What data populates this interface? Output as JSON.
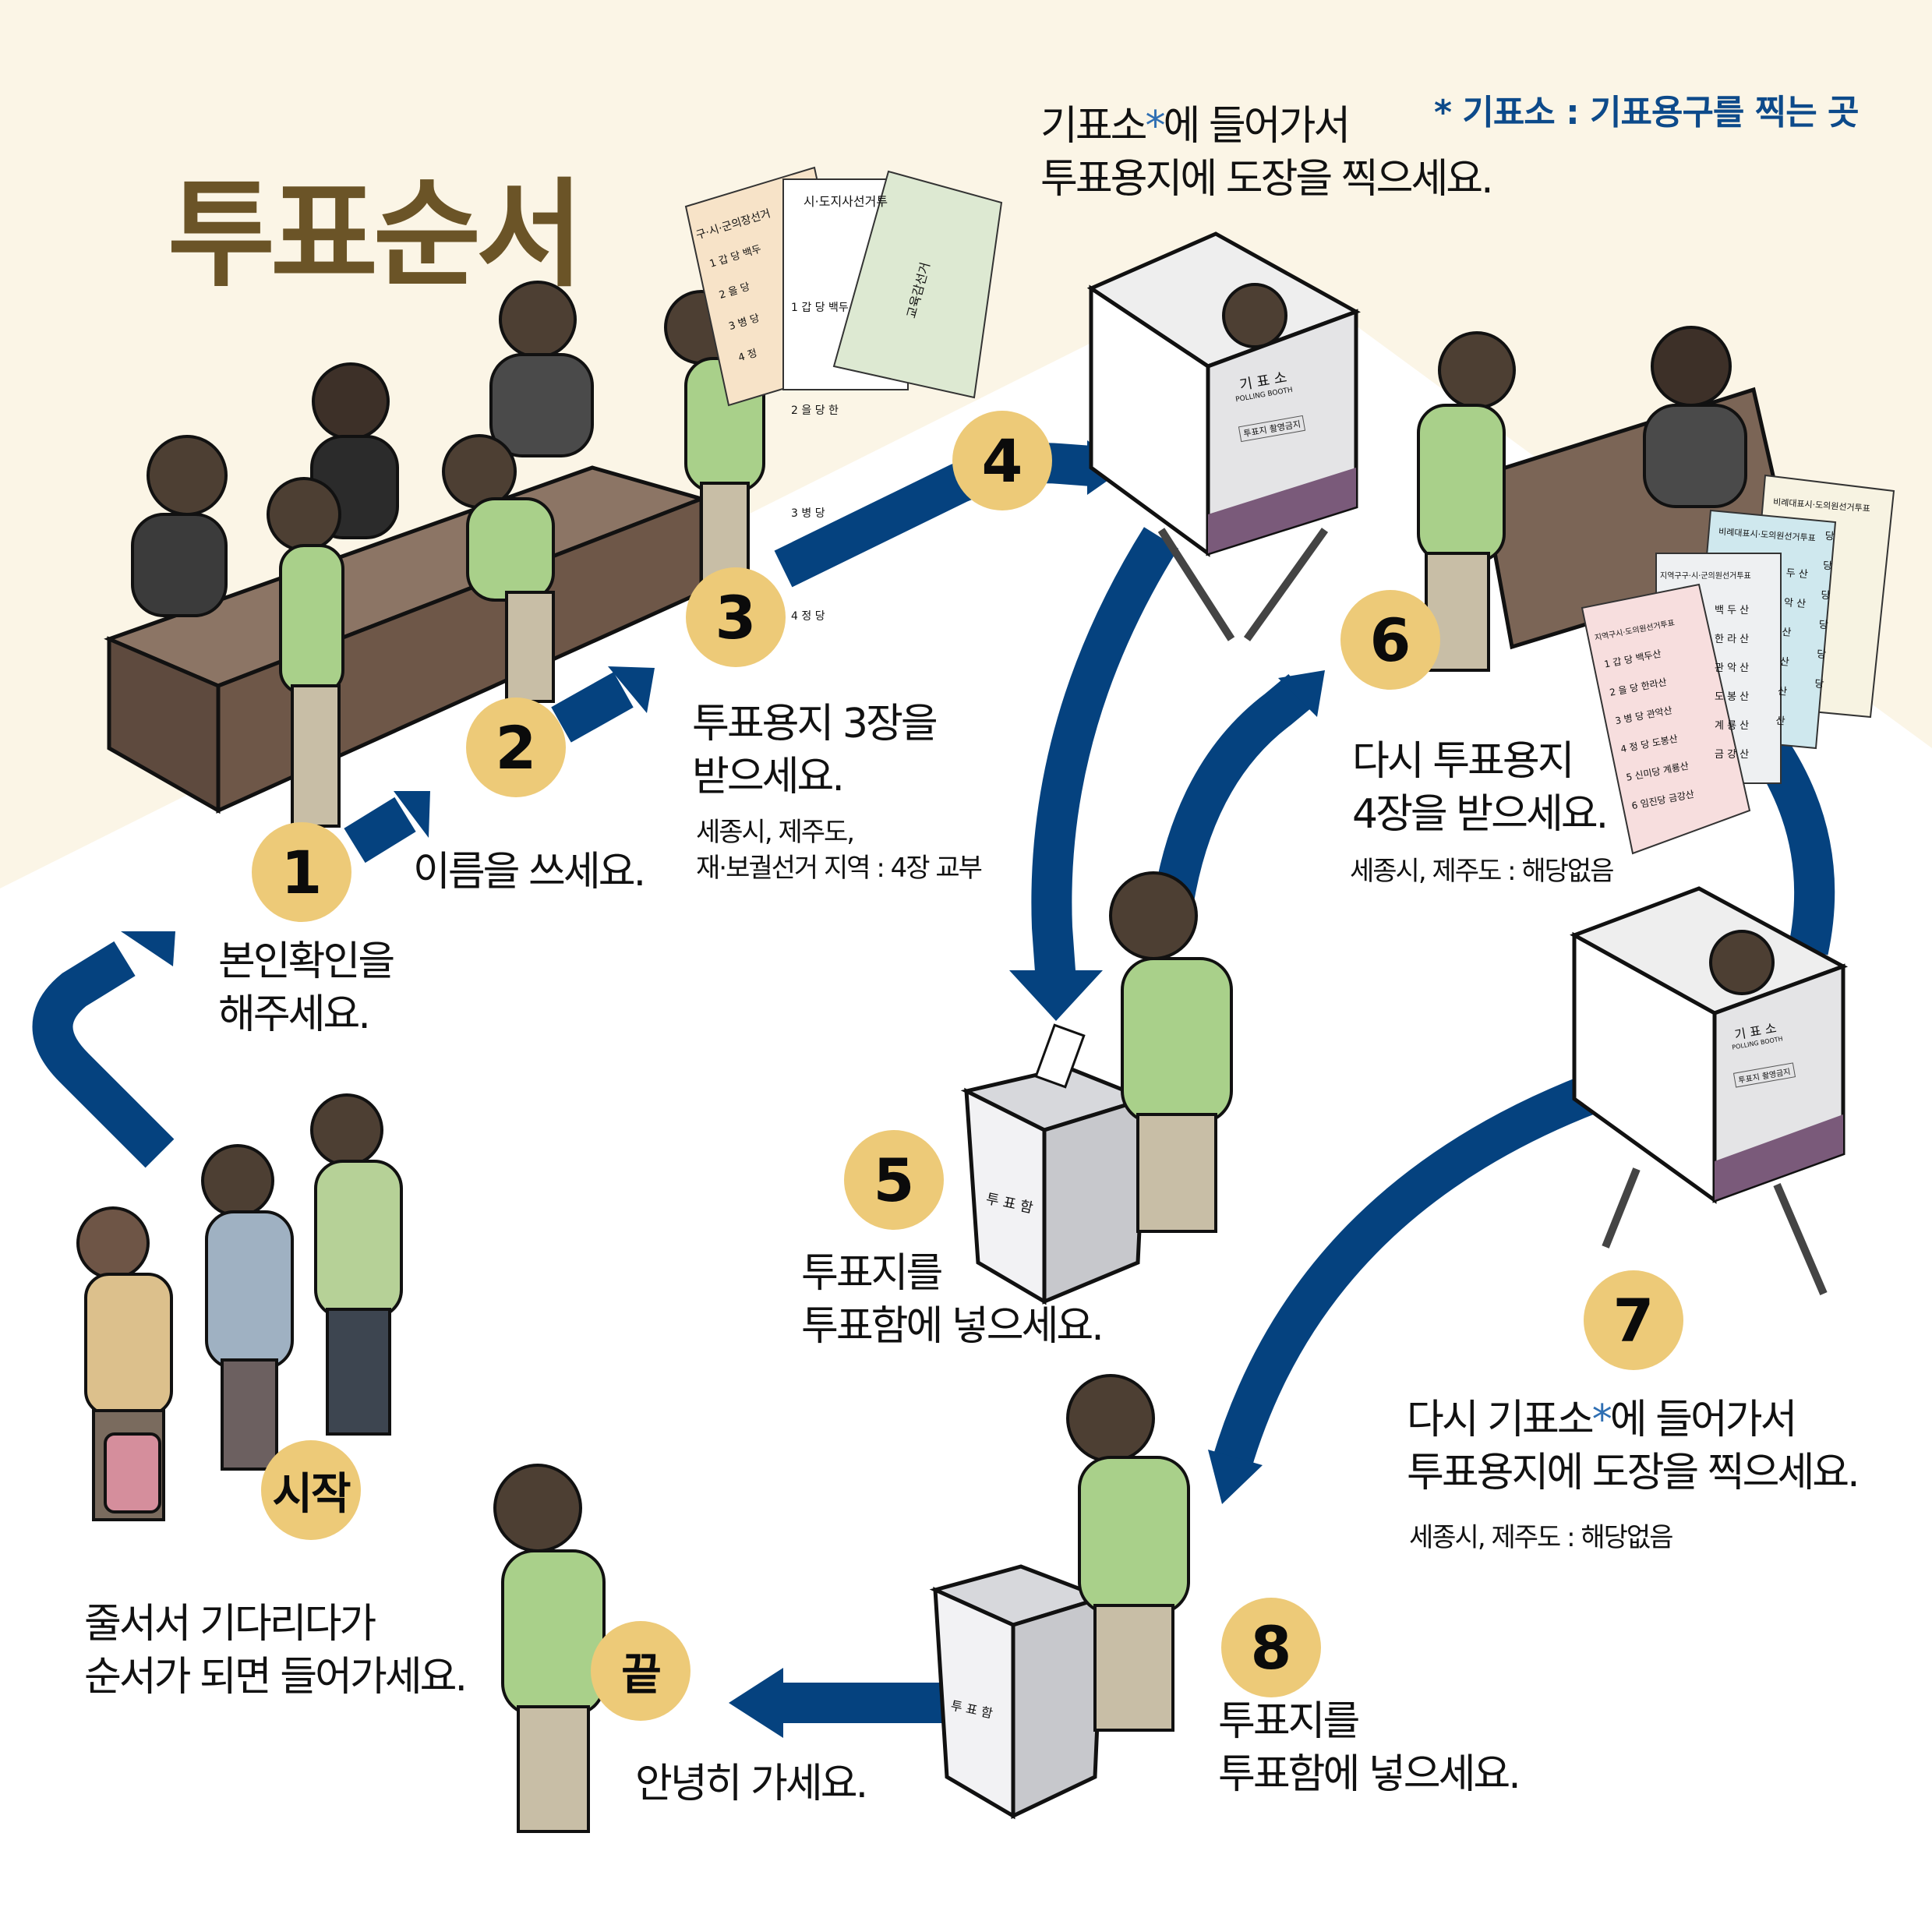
{
  "title": "투표순서",
  "footnote": {
    "asterisk": "*",
    "text": "기표소 : 기표용구를 찍는 곳"
  },
  "colors": {
    "background_top": "#fbf5e6",
    "background_bottom": "#ffffff",
    "title": "#6b5427",
    "badge": "#edca78",
    "arrow": "#05427f",
    "footnote": "#0d4a8a",
    "asterisk": "#2f6fb3"
  },
  "steps": [
    {
      "id": "start",
      "badge": "시작",
      "lines": [
        "줄서서 기다리다가",
        "순서가 되면 들어가세요."
      ],
      "note": []
    },
    {
      "id": "1",
      "badge": "1",
      "lines": [
        "본인확인을",
        "해주세요."
      ],
      "note": []
    },
    {
      "id": "2",
      "badge": "2",
      "lines": [
        "이름을 쓰세요."
      ],
      "note": []
    },
    {
      "id": "3",
      "badge": "3",
      "lines": [
        "투표용지 3장을",
        "받으세요."
      ],
      "note": [
        "세종시, 제주도,",
        "재·보궐선거 지역 : 4장 교부"
      ]
    },
    {
      "id": "4",
      "badge": "4",
      "line1_pre": "기표소",
      "line1_ast": "*",
      "line1_post": "에 들어가서",
      "lines": [
        "투표용지에 도장을 찍으세요."
      ],
      "note": []
    },
    {
      "id": "5",
      "badge": "5",
      "lines": [
        "투표지를",
        "투표함에 넣으세요."
      ],
      "note": []
    },
    {
      "id": "6",
      "badge": "6",
      "lines": [
        "다시 투표용지",
        "4장을 받으세요."
      ],
      "note": [
        "세종시, 제주도 : 해당없음"
      ]
    },
    {
      "id": "7",
      "badge": "7",
      "line1_pre": "다시 기표소",
      "line1_ast": "*",
      "line1_post": "에 들어가서",
      "lines": [
        "투표용지에 도장을 찍으세요."
      ],
      "note": [
        "세종시, 제주도 : 해당없음"
      ]
    },
    {
      "id": "8",
      "badge": "8",
      "lines": [
        "투표지를",
        "투표함에 넣으세요."
      ],
      "note": []
    },
    {
      "id": "end",
      "badge": "끝",
      "lines": [
        "안녕히 가세요."
      ],
      "note": []
    }
  ],
  "illustrations": {
    "booth_sign": {
      "title": "기 표 소",
      "subtitle": "POLLING BOOTH",
      "notice": "투표지 촬영금지"
    },
    "ballot_box_label": "투 표 함",
    "ballots_first": [
      {
        "title": "구·시·군의장선거",
        "rows": [
          "1 갑 당 백두",
          "2 을 당",
          "3 병 당",
          "4 정"
        ]
      },
      {
        "title": "시·도지사선거투",
        "rows": [
          "1 갑 당 백두",
          "2 을 당 한",
          "3 병 당",
          "4 정 당"
        ]
      },
      {
        "title": "교육감선거",
        "rows": []
      }
    ],
    "ballots_second": [
      {
        "title": "비례대표시·도의원선거투표",
        "rows": [
          "당",
          "당",
          "당",
          "당",
          "당",
          "당"
        ]
      },
      {
        "title": "비례대표시·도의원선거투표",
        "rows": [
          "두 산",
          "악 산",
          "산",
          "산",
          "산",
          "산"
        ]
      },
      {
        "title": "지역구구·시·군의원선거투표",
        "rows": [
          "백 두 산",
          "한 라 산",
          "관 악 산",
          "도 봉 산",
          "계 룡 산",
          "금 강 산"
        ]
      },
      {
        "title": "지역구시·도의원선거투표",
        "rows": [
          "1 갑 당 백두산",
          "2 을 당 한라산",
          "3 병 당 관악산",
          "4 정 당 도봉산",
          "5 신미당 계룡산",
          "6 임진당 금강산"
        ]
      }
    ]
  }
}
